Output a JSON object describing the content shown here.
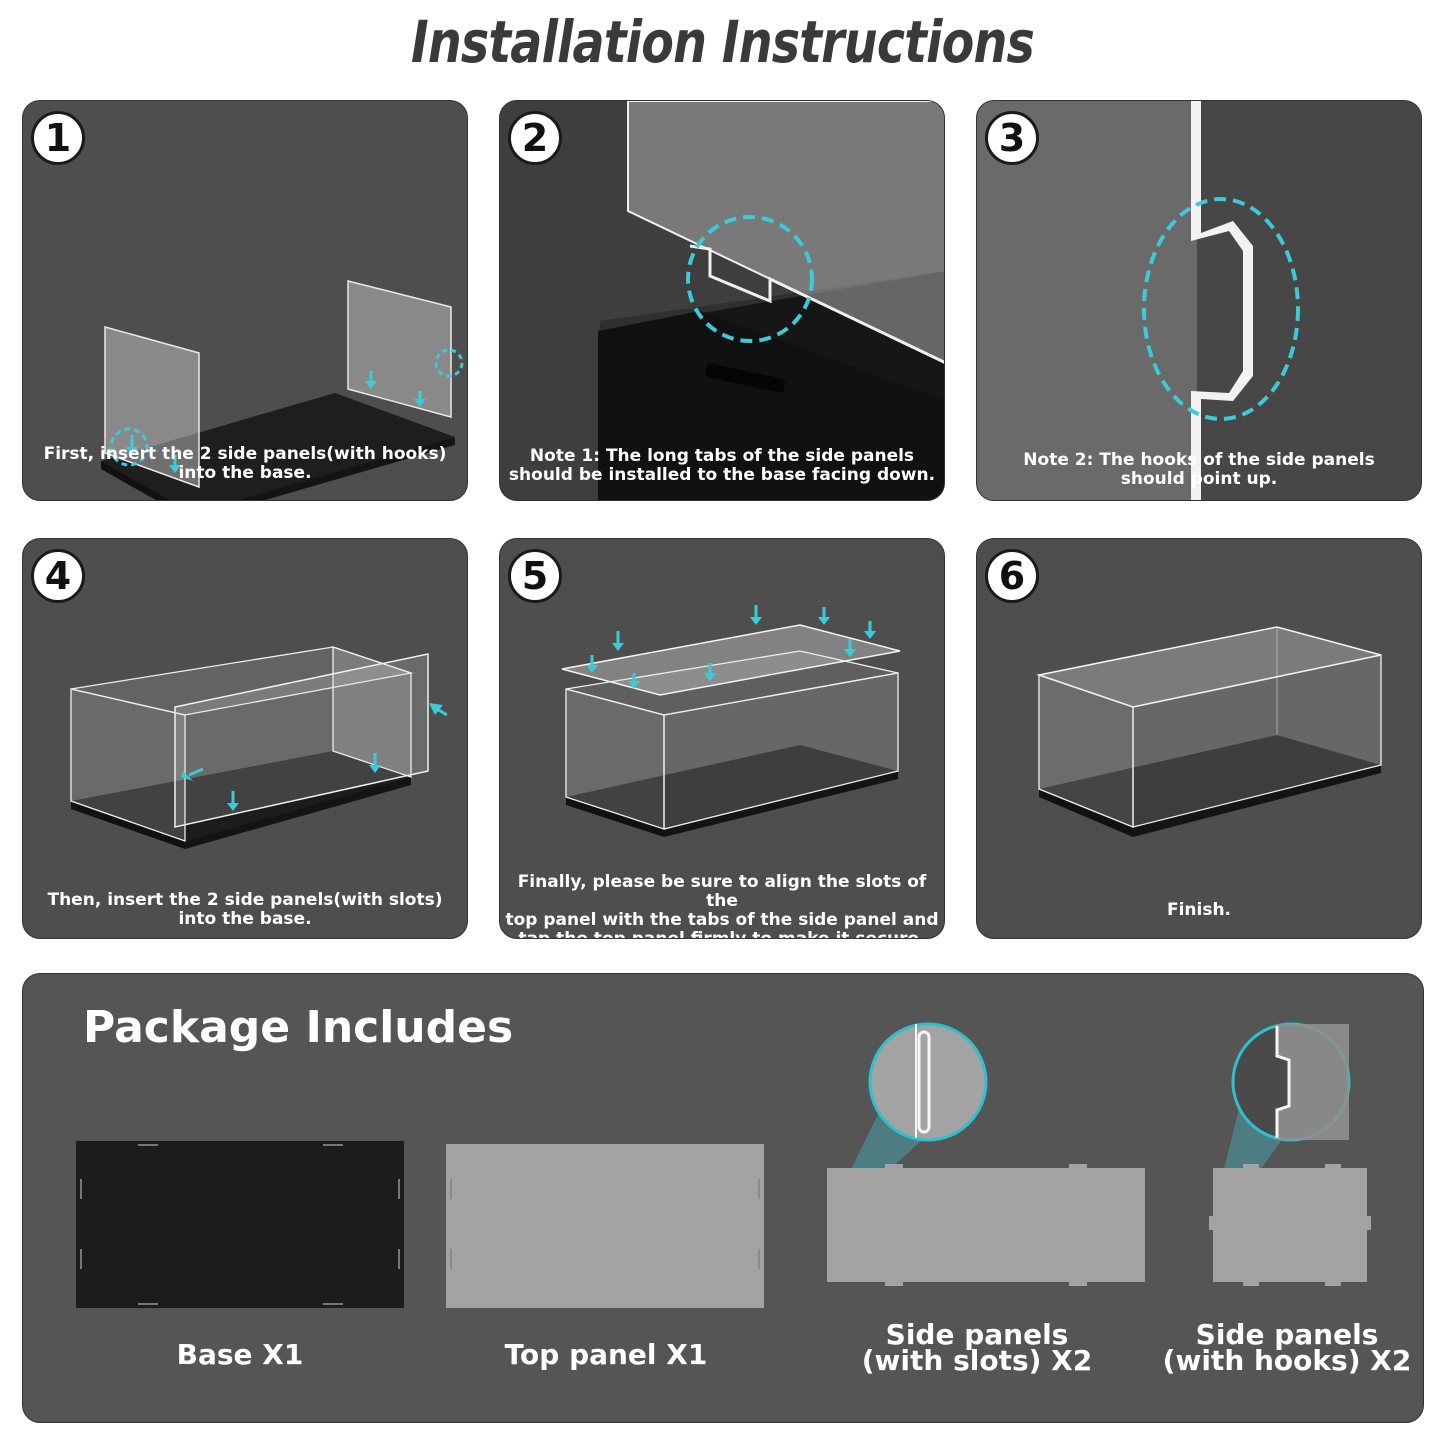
{
  "title": "Installation Instructions",
  "colors": {
    "accent": "#3ec9d6",
    "panel_bg": "#4e4e4e",
    "base_black": "#1c1c1c"
  },
  "steps": [
    {
      "number": "1",
      "caption": [
        "First, insert the 2 side panels(with hooks)",
        "into the base."
      ]
    },
    {
      "number": "2",
      "caption": [
        "Note 1: The long tabs of the side panels",
        "should be installed to the base facing down."
      ]
    },
    {
      "number": "3",
      "caption": [
        "Note 2: The hooks of the side panels",
        "should point up."
      ]
    },
    {
      "number": "4",
      "caption": [
        "Then, insert the 2 side panels(with slots)",
        "into the base."
      ]
    },
    {
      "number": "5",
      "caption": [
        "Finally, please be sure to align the slots of the",
        "top panel with the tabs of the side panel and",
        "tap the top panel firmly to make it secure."
      ]
    },
    {
      "number": "6",
      "caption": [
        "Finish."
      ]
    }
  ],
  "package": {
    "title": "Package Includes",
    "items": [
      {
        "label": [
          "Base X1"
        ]
      },
      {
        "label": [
          "Top panel X1"
        ]
      },
      {
        "label": [
          "Side panels",
          "(with slots) X2"
        ]
      },
      {
        "label": [
          "Side panels",
          "(with hooks) X2"
        ]
      }
    ]
  }
}
